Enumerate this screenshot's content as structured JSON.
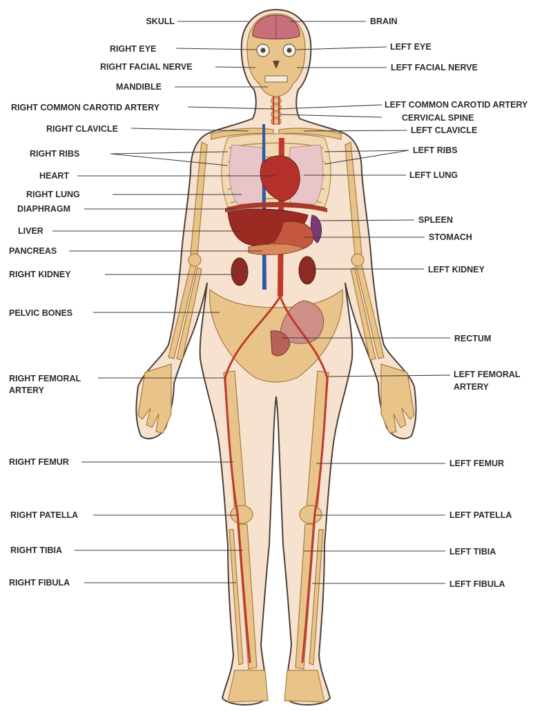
{
  "labels": {
    "skull": "SKULL",
    "brain": "BRAIN",
    "right_eye": "RIGHT EYE",
    "left_eye": "LEFT EYE",
    "right_facial_nerve": "RIGHT FACIAL NERVE",
    "left_facial_nerve": "LEFT FACIAL NERVE",
    "mandible": "MANDIBLE",
    "right_common_carotid_artery": "RIGHT COMMON CAROTID ARTERY",
    "left_common_carotid_artery": "LEFT COMMON CAROTID ARTERY",
    "cervical_spine": "CERVICAL SPINE",
    "right_clavicle": "RIGHT CLAVICLE",
    "left_clavicle": "LEFT CLAVICLE",
    "right_ribs": "RIGHT RIBS",
    "left_ribs": "LEFT RIBS",
    "heart": "HEART",
    "left_lung": "LEFT LUNG",
    "right_lung": "RIGHT LUNG",
    "diaphragm": "DIAPHRAGM",
    "spleen": "SPLEEN",
    "liver": "LIVER",
    "stomach": "STOMACH",
    "pancreas": "PANCREAS",
    "right_kidney": "RIGHT KIDNEY",
    "left_kidney": "LEFT KIDNEY",
    "pelvic_bones": "PELVIC BONES",
    "rectum": "RECTUM",
    "right_femoral_artery_1": "RIGHT FEMORAL",
    "right_femoral_artery_2": "ARTERY",
    "left_femoral_artery_1": "LEFT FEMORAL",
    "left_femoral_artery_2": "ARTERY",
    "right_femur": "RIGHT FEMUR",
    "left_femur": "LEFT FEMUR",
    "right_patella": "RIGHT PATELLA",
    "left_patella": "LEFT PATELLA",
    "right_tibia": "RIGHT TIBIA",
    "left_tibia": "LEFT TIBIA",
    "right_fibula": "RIGHT FIBULA",
    "left_fibula": "LEFT FIBULA"
  },
  "colors": {
    "skin": "#f6e2cf",
    "skin_outline": "#5a4a3e",
    "bone": "#e8c48a",
    "bone_dark": "#b8894a",
    "organ_red": "#b3312a",
    "organ_dark": "#7e1f1b",
    "lung": "#e7c5c8",
    "artery": "#c0392b",
    "vein": "#2f5aa8",
    "brain": "#c8707a"
  }
}
